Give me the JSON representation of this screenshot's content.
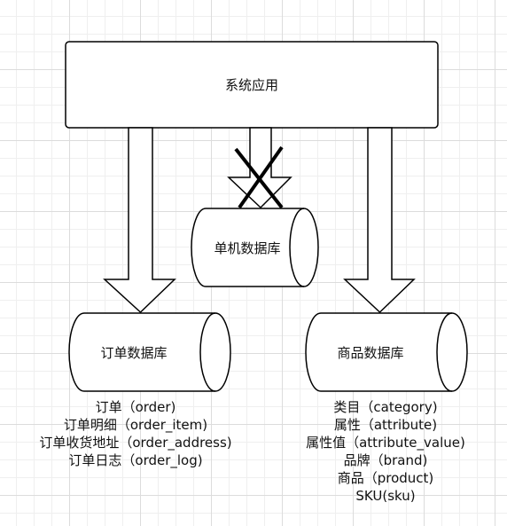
{
  "app_node": {
    "label": "系统应用"
  },
  "standalone_db": {
    "label": "单机数据库"
  },
  "order_db": {
    "label": "订单数据库",
    "tables": [
      "订单（order)",
      "订单明细（order_item)",
      "订单收货地址（order_address)",
      "订单日志（order_log)"
    ]
  },
  "product_db": {
    "label": "商品数据库",
    "tables": [
      "类目（category)",
      "属性（attribute)",
      "属性值（attribute_value)",
      "品牌（brand)",
      "商品（product)",
      "SKU(sku)"
    ]
  },
  "colors": {
    "stroke": "#000000",
    "fill": "#ffffff",
    "grid": "#dcdcdc"
  }
}
